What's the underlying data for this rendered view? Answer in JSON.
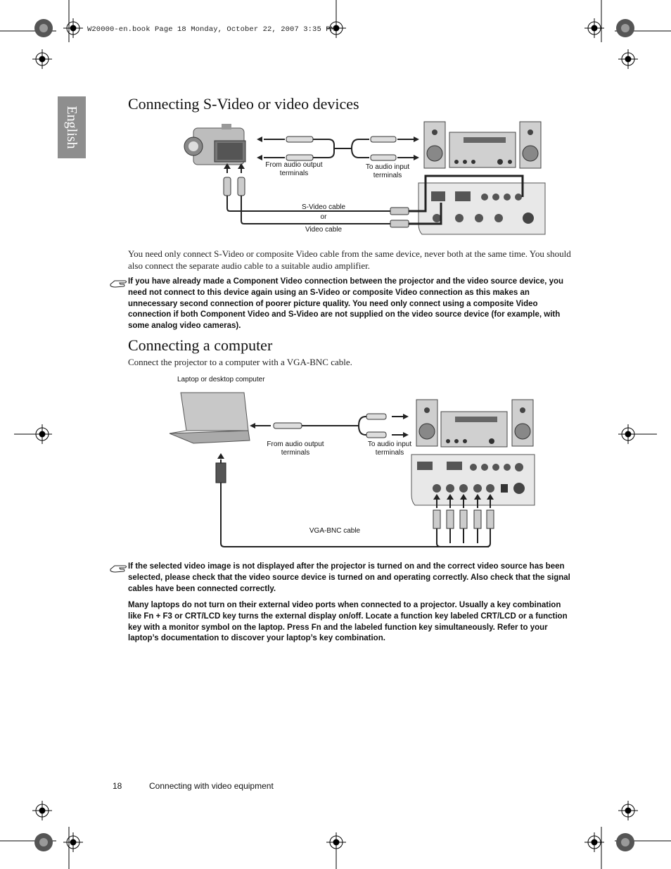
{
  "header": {
    "line": "W20000-en.book  Page 18  Monday, October 22, 2007  3:35 PM"
  },
  "side_tab": {
    "label": "English"
  },
  "section1": {
    "title": "Connecting S-Video or video devices",
    "diagram": {
      "label_audio_out": "From audio output terminals",
      "label_audio_in": "To audio input terminals",
      "label_svideo": "S-Video cable",
      "label_or": "or",
      "label_video": "Video cable"
    },
    "paragraph": "You need only connect S-Video or composite Video cable from the same device, never both at the same time. You should also connect the separate audio cable to a suitable audio amplifier.",
    "note": "If you have already made a Component Video connection between the projector and the video source device, you need not connect to this device again using an S-Video or composite Video connection as this makes an unnecessary second connection of poorer picture quality. You need only connect using a composite Video connection if both Component Video and S-Video are not supplied on the video source device (for example, with some analog video cameras)."
  },
  "section2": {
    "title": "Connecting a computer",
    "intro": "Connect the projector to a computer with a VGA-BNC cable.",
    "diagram": {
      "label_computer": "Laptop or desktop computer",
      "label_audio_out": "From audio output terminals",
      "label_audio_in": "To audio input terminals",
      "label_cable": "VGA-BNC cable"
    },
    "note1": "If the selected video image is not displayed after the projector is turned on and the correct video source has been selected, please check that the video source device is turned on and operating correctly. Also check that the signal cables have been connected correctly.",
    "note2": "Many laptops do not turn on their external video ports when connected to a projector. Usually a key combination like Fn + F3 or CRT/LCD key turns the external display on/off. Locate a function key labeled CRT/LCD or a function key with a monitor symbol on the laptop. Press Fn and the labeled function key simultaneously. Refer to your laptop’s documentation to discover your laptop’s key combination."
  },
  "footer": {
    "page_number": "18",
    "chapter": "Connecting with video equipment"
  },
  "colors": {
    "tab": "#8e8e8e",
    "text": "#111111"
  },
  "icons": [
    "registration-mark-icon",
    "note-hand-icon",
    "camcorder-icon",
    "laptop-icon",
    "speaker-icon",
    "amplifier-icon",
    "projector-panel-icon"
  ]
}
